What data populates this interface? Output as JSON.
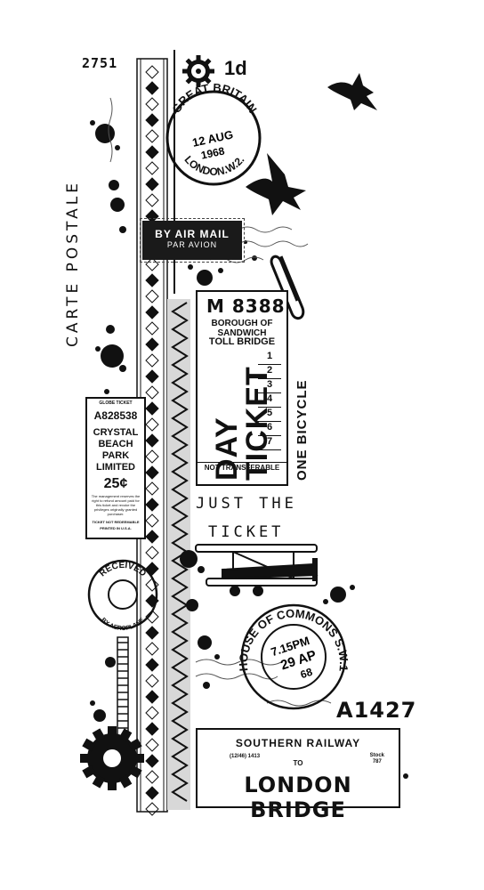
{
  "labels": {
    "number_top": "2751",
    "denomination": "1d",
    "carte_postale": "CARTE POSTALE",
    "air_mail_line1": "BY AIR MAIL",
    "air_mail_line2": "PAR AVION",
    "just_the": "JUST THE",
    "ticket_word": "TICKET",
    "one_bicycle": "ONE BICYCLE",
    "serial_bottom": "A1427"
  },
  "postmark_great_britain": {
    "arc_text": "GREAT BRITAIN",
    "date_line1": "12 AUG",
    "date_line2": "1968",
    "bottom_text": "LONDON.W.2."
  },
  "toll_ticket": {
    "serial": "M 8388",
    "borough": "BOROUGH OF SANDWICH",
    "bridge": "TOLL BRIDGE",
    "big_text": "DAY TICKET",
    "numbers": [
      "1",
      "2",
      "3",
      "4",
      "5",
      "6",
      "7"
    ],
    "footer": "NOT TRANSFERABLE"
  },
  "crystal_ticket": {
    "header": "GLOBE TICKET",
    "serial": "A828538",
    "name_lines": [
      "CRYSTAL",
      "BEACH",
      "PARK",
      "LIMITED"
    ],
    "price": "25¢",
    "fine_print": "The management reserves the right to refund amount paid for this ticket and revoke the privileges originally granted purchaser.",
    "not_redeemable": "TICKET NOT REDEEMABLE",
    "printed": "PRINTED IN U.S.A."
  },
  "received_stamp": {
    "top_text": "RECEIVED",
    "bottom_text": "BY AEROPLANE"
  },
  "commons_postmark": {
    "arc_text": "HOUSE OF COMMONS S.W.1",
    "time": "7.15PM",
    "date": "29 AP",
    "year": "68"
  },
  "rail_ticket": {
    "company": "SOUTHERN RAILWAY",
    "code": "(12/46) 1413",
    "to": "TO",
    "stock_label": "Stock",
    "stock_num": "787",
    "destination": "LONDON BRIDGE"
  }
}
